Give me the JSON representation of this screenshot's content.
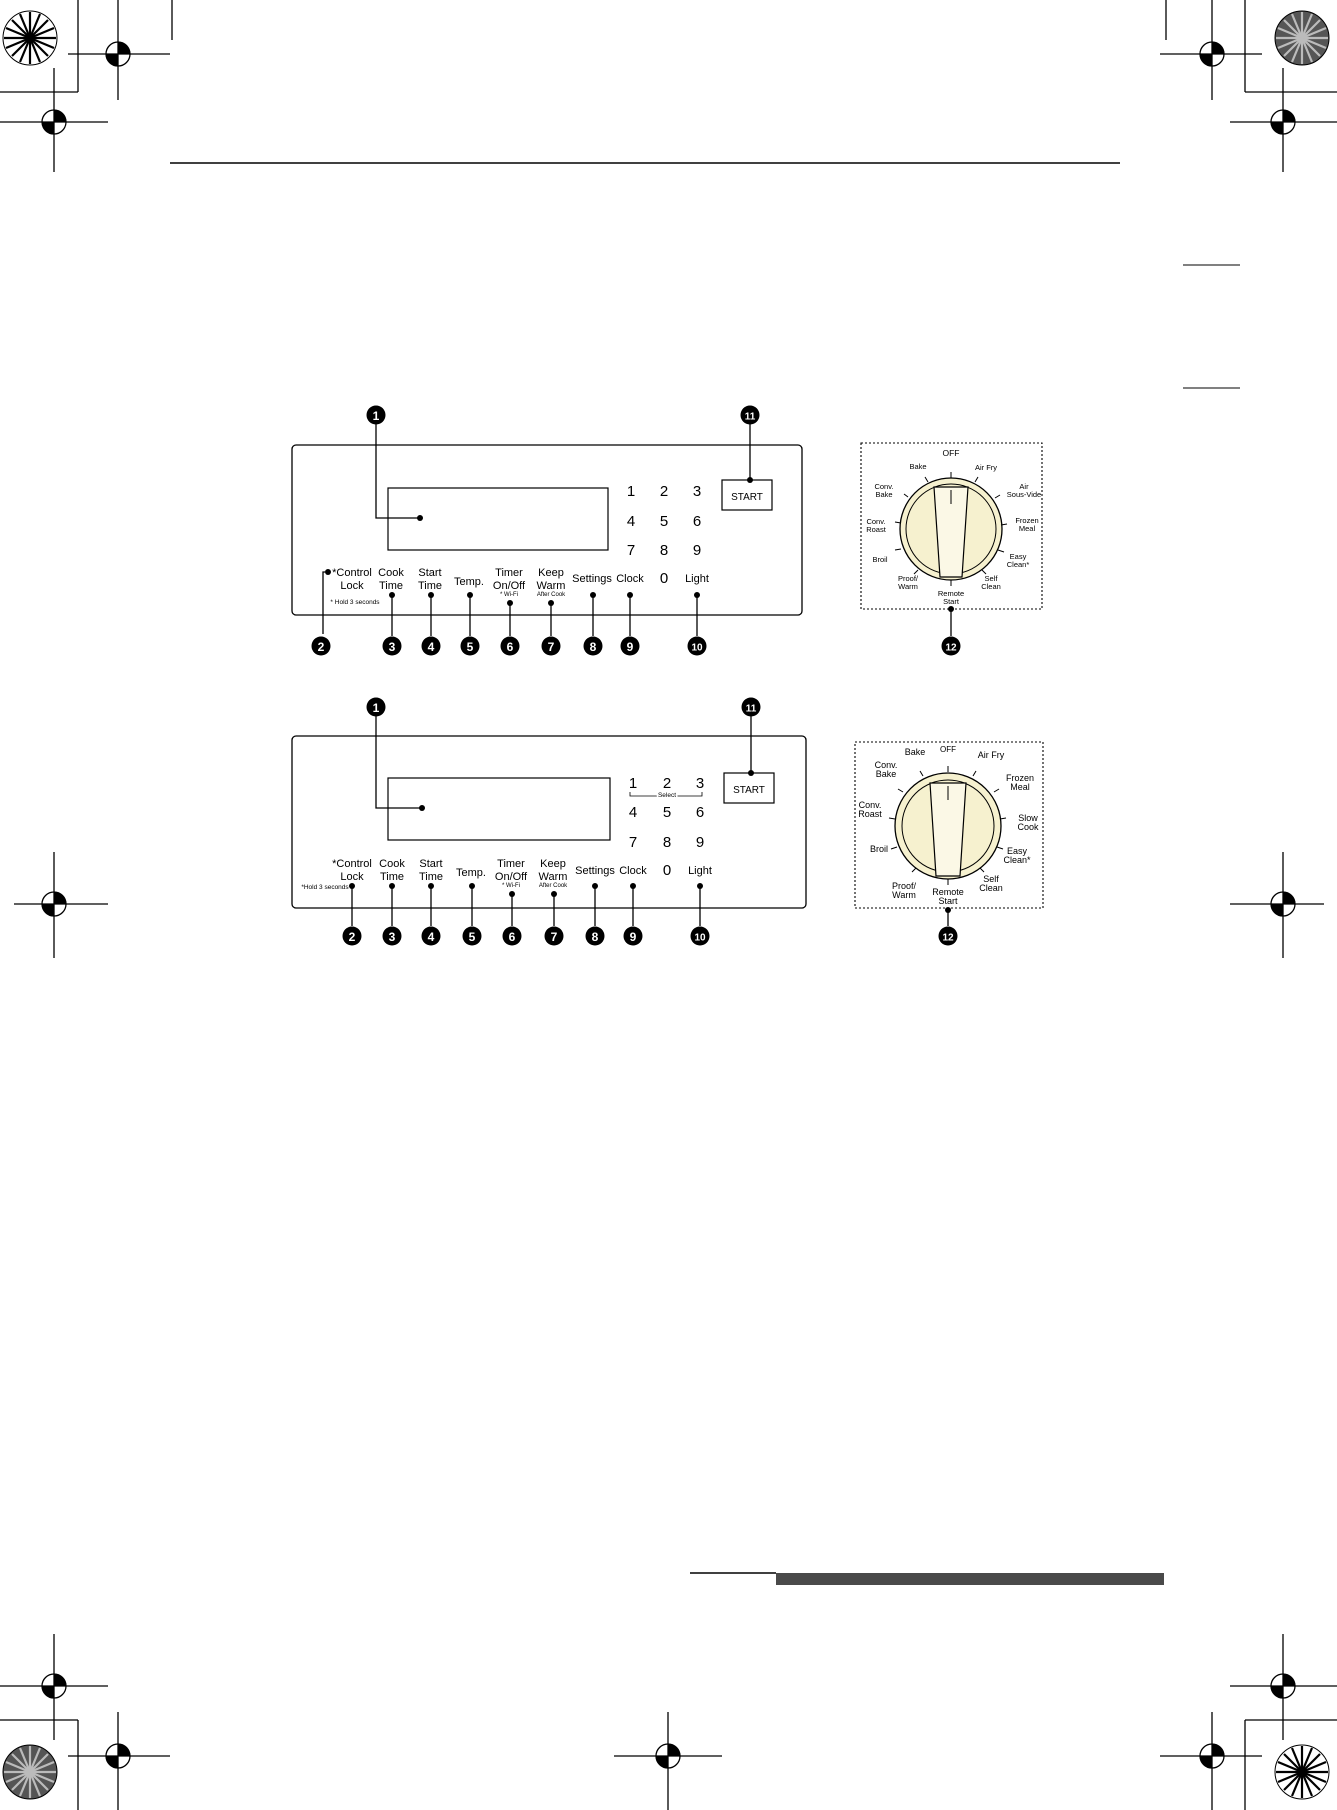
{
  "panel_a": {
    "control_lock": [
      "*Control",
      "Lock"
    ],
    "cook_time": [
      "Cook",
      "Time"
    ],
    "start_time": [
      "Start",
      "Time"
    ],
    "temp": "Temp.",
    "timer": [
      "Timer",
      "On/Off"
    ],
    "wifi_note": "* Wi-Fi",
    "keep_warm": [
      "Keep",
      "Warm"
    ],
    "after_cook": "After Cook",
    "settings": "Settings",
    "clock": "Clock",
    "light": "Light",
    "hold_note": "* Hold 3 seconds",
    "start": "START",
    "keypad": [
      "1",
      "2",
      "3",
      "4",
      "5",
      "6",
      "7",
      "8",
      "9",
      "0"
    ],
    "callouts": [
      "1",
      "2",
      "3",
      "4",
      "5",
      "6",
      "7",
      "8",
      "9",
      "10",
      "11",
      "12"
    ],
    "dial": {
      "off": "OFF",
      "air_fry": "Air Fry",
      "air_sous_vide": [
        "Air",
        "Sous-Vide"
      ],
      "frozen_meal": [
        "Frozen",
        "Meal"
      ],
      "easy_clean": [
        "Easy",
        "Clean*"
      ],
      "self_clean": [
        "Self",
        "Clean"
      ],
      "remote_start": [
        "Remote",
        "Start"
      ],
      "proof_warm": [
        "Proof/",
        "Warm"
      ],
      "broil": "Broil",
      "conv_roast": [
        "Conv.",
        "Roast"
      ],
      "conv_bake": [
        "Conv.",
        "Bake"
      ],
      "bake": "Bake"
    }
  },
  "panel_b": {
    "control_lock": [
      "*Control",
      "Lock"
    ],
    "cook_time": [
      "Cook",
      "Time"
    ],
    "start_time": [
      "Start",
      "Time"
    ],
    "temp": "Temp.",
    "timer": [
      "Timer",
      "On/Off"
    ],
    "wifi_note": "* Wi-Fi",
    "keep_warm": [
      "Keep",
      "Warm"
    ],
    "after_cook": "After Cook",
    "settings": "Settings",
    "clock": "Clock",
    "light": "Light",
    "hold_note": "*Hold 3 seconds",
    "select": "Select",
    "start": "START",
    "keypad": [
      "1",
      "2",
      "3",
      "4",
      "5",
      "6",
      "7",
      "8",
      "9",
      "0"
    ],
    "callouts": [
      "1",
      "2",
      "3",
      "4",
      "5",
      "6",
      "7",
      "8",
      "9",
      "10",
      "11",
      "12"
    ],
    "dial": {
      "off": "OFF",
      "air_fry": "Air Fry",
      "frozen_meal": [
        "Frozen",
        "Meal"
      ],
      "slow_cook": [
        "Slow",
        "Cook"
      ],
      "easy_clean": [
        "Easy",
        "Clean*"
      ],
      "self_clean": [
        "Self",
        "Clean"
      ],
      "remote_start": [
        "Remote",
        "Start"
      ],
      "proof_warm": [
        "Proof/",
        "Warm"
      ],
      "broil": "Broil",
      "conv_roast": [
        "Conv.",
        "Roast"
      ],
      "conv_bake": [
        "Conv.",
        "Bake"
      ],
      "bake": "Bake"
    }
  },
  "colors": {
    "dial_fill": "#f6f1cf",
    "dial_inner": "#fbf8e6",
    "gray_bar": "#4a4a4a",
    "callout_fill": "#000000"
  }
}
